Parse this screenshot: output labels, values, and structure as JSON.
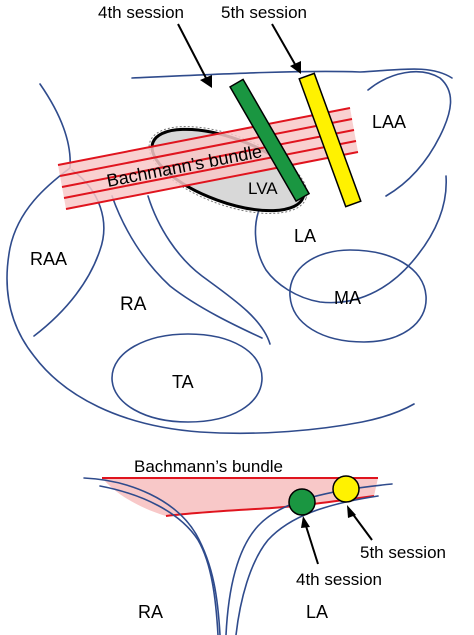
{
  "top_view": {
    "session4_label": "4th session",
    "session5_label": "5th session",
    "bundle_label": "Bachmann’s bundle",
    "laa_label": "LAA",
    "lva_label": "LVA",
    "la_label": "LA",
    "raa_label": "RAA",
    "ra_label": "RA",
    "ma_label": "MA",
    "ta_label": "TA"
  },
  "cross_section": {
    "bundle_label": "Bachmann’s bundle",
    "session5_label": "5th session",
    "session4_label": "4th session",
    "ra_label": "RA",
    "la_label": "LA"
  },
  "colors": {
    "outline": "#2F4B8C",
    "bundle_fill": "#F8C8C8",
    "bundle_fiber": "#E0141E",
    "session4": "#1A9641",
    "session5": "#FFF200"
  }
}
